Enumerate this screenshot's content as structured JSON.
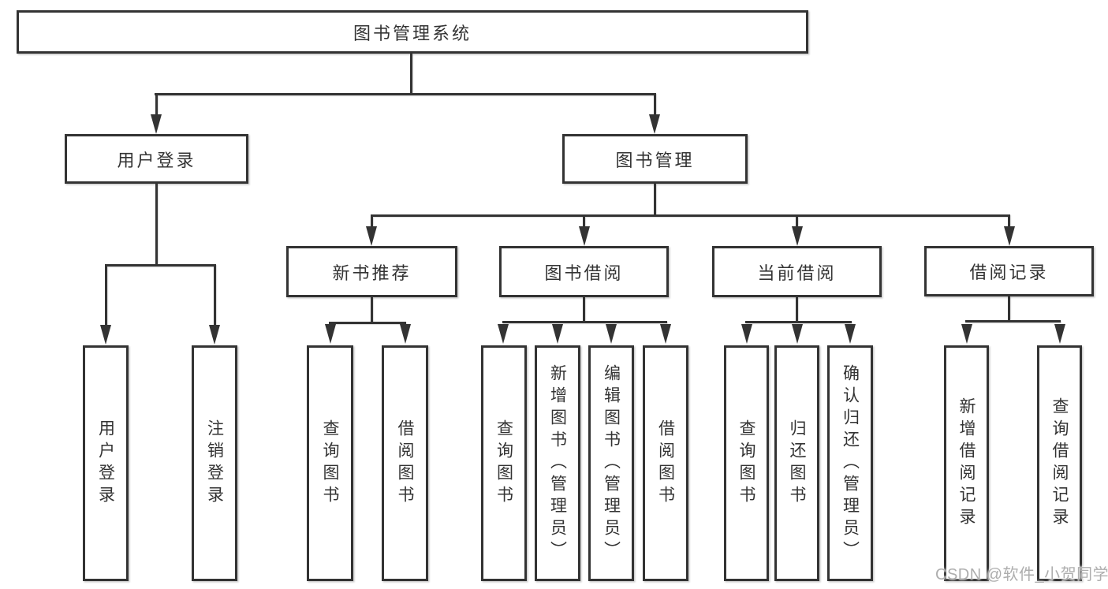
{
  "nodes": {
    "root": "图书管理系统",
    "user_login": "用户登录",
    "book_manage": "图书管理",
    "new_book": "新书推荐",
    "book_borrow": "图书借阅",
    "current_borrow": "当前借阅",
    "borrow_records": "借阅记录",
    "leaf_user_login": "用户登录",
    "leaf_logout": "注销登录",
    "leaf_nb_query": "查询图书",
    "leaf_nb_borrow": "借阅图书",
    "leaf_bb_query": "查询图书",
    "leaf_bb_add": "新增图书（管理员）",
    "leaf_bb_edit": "编辑图书（管理员）",
    "leaf_bb_borrow": "借阅图书",
    "leaf_cb_query": "查询图书",
    "leaf_cb_return": "归还图书",
    "leaf_cb_confirm": "确认归还（管理员）",
    "leaf_br_add": "新增借阅记录",
    "leaf_br_query": "查询借阅记录"
  },
  "watermark": {
    "text": "CSDN @软件_小贺同学"
  },
  "colors": {
    "line": "#333333",
    "text": "#333333",
    "watermark": "#aeaeae",
    "background": "#ffffff"
  }
}
